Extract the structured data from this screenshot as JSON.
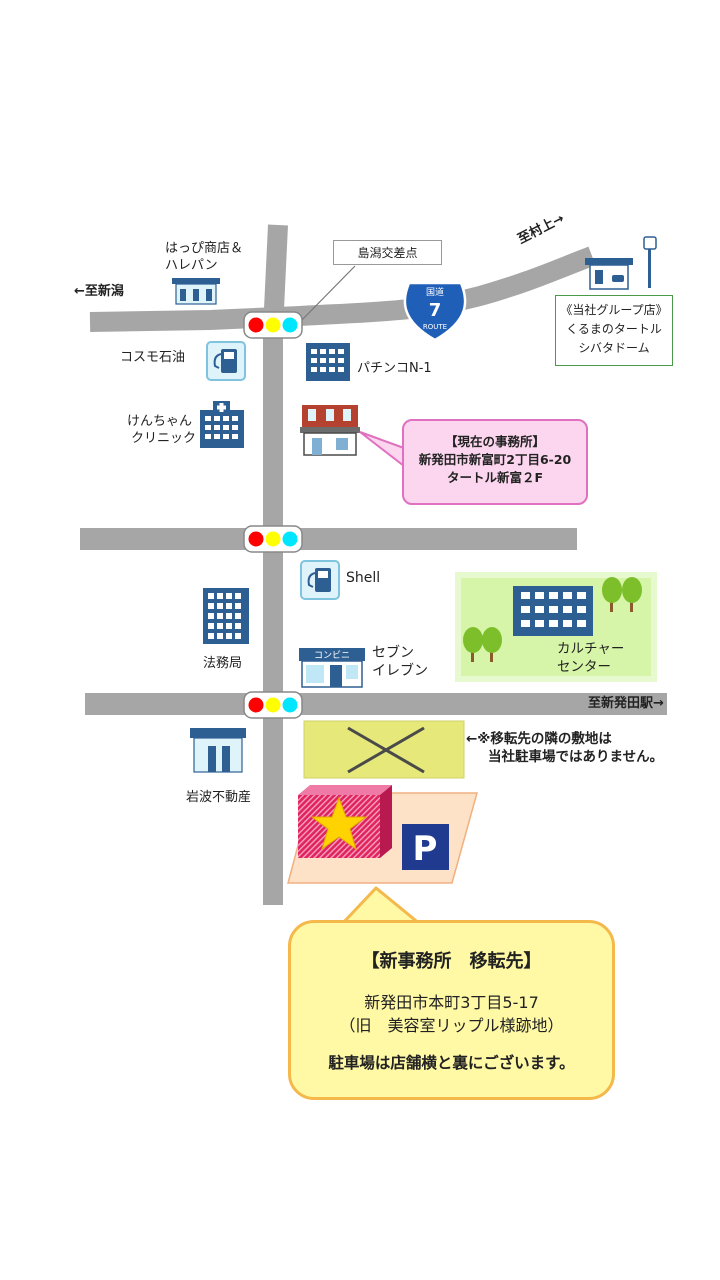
{
  "labels": {
    "happy_store_1": "はっぴ商店＆",
    "happy_store_2": "ハレパン",
    "to_niigata": "←至新潟",
    "to_murakami": "至村上→",
    "kousaten": "島潟交差点",
    "route_top": "国道",
    "route_num": "7",
    "route_word": "ROUTE",
    "cosmo": "コスモ石油",
    "pachinko": "パチンコN-1",
    "kenchan_1": "けんちゃん",
    "kenchan_2": "クリニック",
    "shell": "Shell",
    "houmukyoku": "法務局",
    "conv_sign": "コンビニ",
    "seven_1": "セブン",
    "seven_2": "イレブン",
    "culture_1": "カルチャー",
    "culture_2": "センター",
    "to_shibata": "至新発田駅→",
    "iwanami": "岩波不動産",
    "parking_letter": "P"
  },
  "group_store": {
    "line1": "《当社グループ店》",
    "line2": "くるまのタートル",
    "line3": "シバタドーム"
  },
  "current_office": {
    "line1": "【現在の事務所】",
    "line2": "新発田市新富町2丁目6-20",
    "line3": "タートル新富２F"
  },
  "neighbor_note": {
    "line1": "←※移転先の隣の敷地は",
    "line2": "当社駐車場ではありません。"
  },
  "new_office": {
    "title": "【新事務所　移転先】",
    "address": "新発田市本町3丁目5-17",
    "former": "（旧　美容室リップル様跡地）",
    "parking": "駐車場は店舗横と裏にございます。"
  },
  "colors": {
    "road": "#a6a6a6",
    "building_blue": "#2e5f93",
    "office_callout_fill": "#fbd6ee",
    "main_callout_fill": "#fff9a6",
    "park_green": "#d6f5a8",
    "traffic_red": "#ff0000",
    "traffic_yellow": "#ffff00",
    "traffic_cyan": "#00e6ff",
    "new_lot_fill": "#fde2c8",
    "neighbor_lot_fill": "#e6e87a",
    "parking_sign": "#1f3a8f"
  }
}
